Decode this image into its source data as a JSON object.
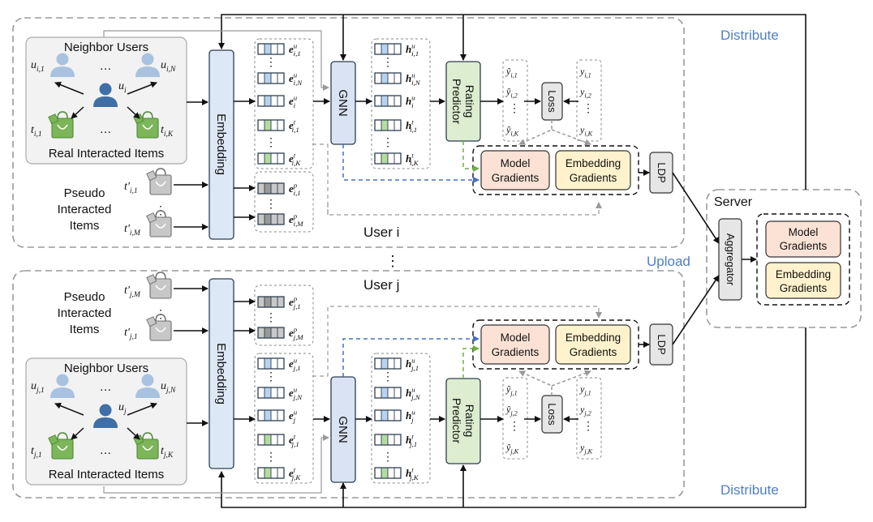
{
  "labels": {
    "distribute_top": "Distribute",
    "distribute_bottom": "Distribute",
    "upload": "Upload",
    "server": "Server",
    "aggregator": "Aggregator",
    "server_model_gradients": [
      "Model",
      "Gradients"
    ],
    "server_embedding_gradients": [
      "Embedding",
      "Gradients"
    ],
    "ldp": "LDP",
    "user_i": "User i",
    "user_j": "User j",
    "vertical_dots": "⋮",
    "embedding": "Embedding",
    "gnn": "GNN",
    "rating_predictor": [
      "Rating",
      "Predictor"
    ],
    "loss": "Loss",
    "model_gradients": [
      "Model",
      "Gradients"
    ],
    "embedding_gradients": [
      "Embedding",
      "Gradients"
    ],
    "neighbor_users": "Neighbor Users",
    "real_interacted_items": "Real Interacted Items",
    "pseudo_interacted_items": [
      "Pseudo",
      "Interacted",
      "Items"
    ]
  },
  "user_i": {
    "center_user": "u_i",
    "neighbor_first": "u_{i,1}",
    "neighbor_last": "u_{i,N}",
    "item_first": "t_{i,1}",
    "item_last": "t_{i,K}",
    "pseudo_first": "t'_{i,1}",
    "pseudo_last": "t'_{i,M}",
    "emb_user": [
      "e^u_{i,1}",
      "e^u_{i,N}",
      "e^u_i",
      "e^t_{i,1}",
      "e^t_{i,K}"
    ],
    "emb_pseudo": [
      "e^p_{i,1}",
      "e^p_{i,M}"
    ],
    "hidden": [
      "h^u_{i,1}",
      "h^u_{i,N}",
      "h^u_i",
      "h^t_{i,1}",
      "h^t_{i,K}"
    ],
    "pred": [
      "ŷ_{i,1}",
      "ŷ_{i,2}",
      "ŷ_{i,K}"
    ],
    "truth": [
      "y_{i,1}",
      "y_{i,2}",
      "y_{i,K}"
    ]
  },
  "user_j": {
    "center_user": "u_j",
    "neighbor_first": "u_{j,1}",
    "neighbor_last": "u_{j,N}",
    "item_first": "t_{j,1}",
    "item_last": "t_{j,K}",
    "pseudo_first": "t'_{j,M}",
    "pseudo_last": "t'_{j,1}",
    "emb_user": [
      "e^u_{j,1}",
      "e^u_{j,N}",
      "e^u_j",
      "e^t_{j,1}",
      "e^t_{j,K}"
    ],
    "emb_pseudo": [
      "e^p_{j,1}",
      "e^p_{j,M}"
    ],
    "hidden": [
      "h^u_{j,1}",
      "h^u_{j,N}",
      "h^u_j",
      "h^t_{j,1}",
      "h^t_{j,K}"
    ],
    "pred": [
      "ŷ_{j,1}",
      "ŷ_{j,2}",
      "ŷ_{j,K}"
    ],
    "truth": [
      "y_{j,1}",
      "y_{j,2}",
      "y_{j,K}"
    ]
  },
  "colors": {
    "blue_cell": "#b9d3ee",
    "green_cell": "#b5dca0",
    "gray_cell": "#c9c9c9",
    "embedding_fill": "#dce8f5",
    "gnn_fill": "#dae3f3",
    "predictor_fill": "#dcedd0",
    "model_grad_fill": "#fbe2d5",
    "emb_grad_fill": "#fff2cc",
    "accent_blue": "#4472c4",
    "accent_green": "#70ad47"
  }
}
